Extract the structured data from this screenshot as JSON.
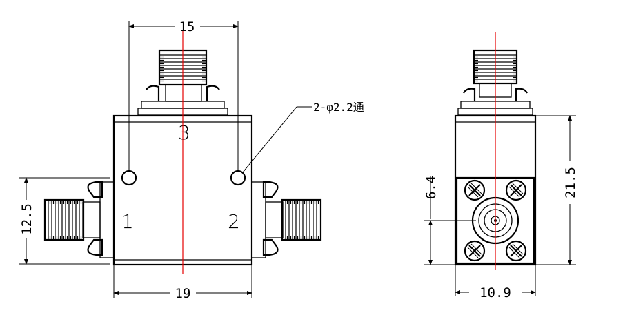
{
  "dimensions": {
    "hole_spacing": "15",
    "body_width": "19",
    "port_offset": "12.5",
    "side_height": "21.5",
    "side_offset": "6.4",
    "side_width": "10.9"
  },
  "hole_note": "2-φ2.2通",
  "port_labels": {
    "port_1": "1",
    "port_2": "2",
    "port_3": "3"
  },
  "colors": {
    "outline": "#000000",
    "centerline": "#e60000",
    "background": "#ffffff"
  }
}
